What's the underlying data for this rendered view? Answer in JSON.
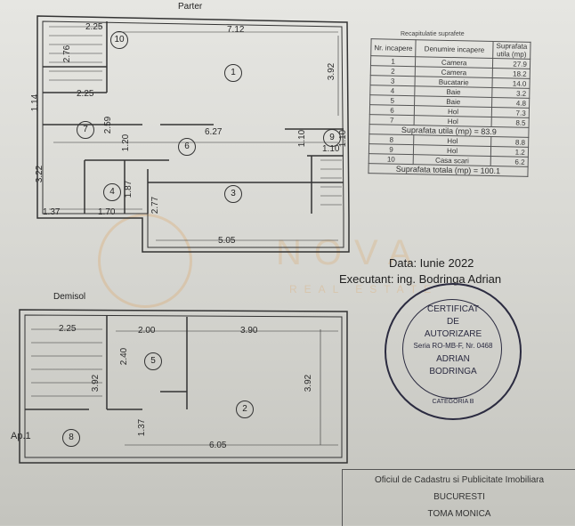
{
  "parter": {
    "title": "Parter",
    "dims": [
      "2.25",
      "7.12",
      "2.76",
      "3.92",
      "1.14",
      "2.25",
      "2.59",
      "1.20",
      "6.27",
      "1.10",
      "1.10",
      "1.10",
      "3.22",
      "1.87",
      "2.77",
      "1.37",
      "1.70",
      "5.05"
    ],
    "rooms": [
      "1",
      "3",
      "4",
      "6",
      "7",
      "9",
      "10"
    ]
  },
  "demisol": {
    "title": "Demisol",
    "dims": [
      "2.25",
      "2.00",
      "3.90",
      "2.40",
      "3.92",
      "3.92",
      "1.37",
      "6.05"
    ],
    "rooms": [
      "2",
      "5",
      "8"
    ],
    "ap_label": "Ap.1"
  },
  "recap": {
    "title": "Recapitulatie suprafete",
    "headers": [
      "Nr. incapere",
      "Denumire incapere",
      "Suprafata utila (mp)"
    ],
    "rows": [
      [
        "1",
        "Camera",
        "27.9"
      ],
      [
        "2",
        "Camera",
        "18.2"
      ],
      [
        "3",
        "Bucatarie",
        "14.0"
      ],
      [
        "4",
        "Baie",
        "3.2"
      ],
      [
        "5",
        "Baie",
        "4.8"
      ],
      [
        "6",
        "Hol",
        "7.3"
      ],
      [
        "7",
        "Hol",
        "8.5"
      ]
    ],
    "subtotal": "Suprafata utila (mp) = 83.9",
    "rows2": [
      [
        "8",
        "Hol",
        "8.8"
      ],
      [
        "9",
        "Hol",
        "1.2"
      ],
      [
        "10",
        "Casa scari",
        "6.2"
      ]
    ],
    "total": "Suprafata totala (mp) = 100.1"
  },
  "meta": {
    "date": "Data: Iunie 2022",
    "executant": "Executant: ing. Bodringa Adrian"
  },
  "stamp": {
    "lines": [
      "CERTIFICAT",
      "DE",
      "AUTORIZARE",
      "Seria RO-MB-F, Nr. 0468",
      "ADRIAN",
      "BODRINGA"
    ],
    "ring": "CATEGORIA B"
  },
  "watermark": {
    "text": "NOVA",
    "sub": "REAL ESTATE"
  },
  "ocpi": {
    "lines": [
      "Oficiul de Cadastru si Publicitate Imobiliara",
      "BUCURESTI",
      "TOMA MONICA"
    ]
  },
  "colors": {
    "ink": "#2a2a2a",
    "paper": "#dcdcd7",
    "watermark": "#dcaa6e"
  }
}
